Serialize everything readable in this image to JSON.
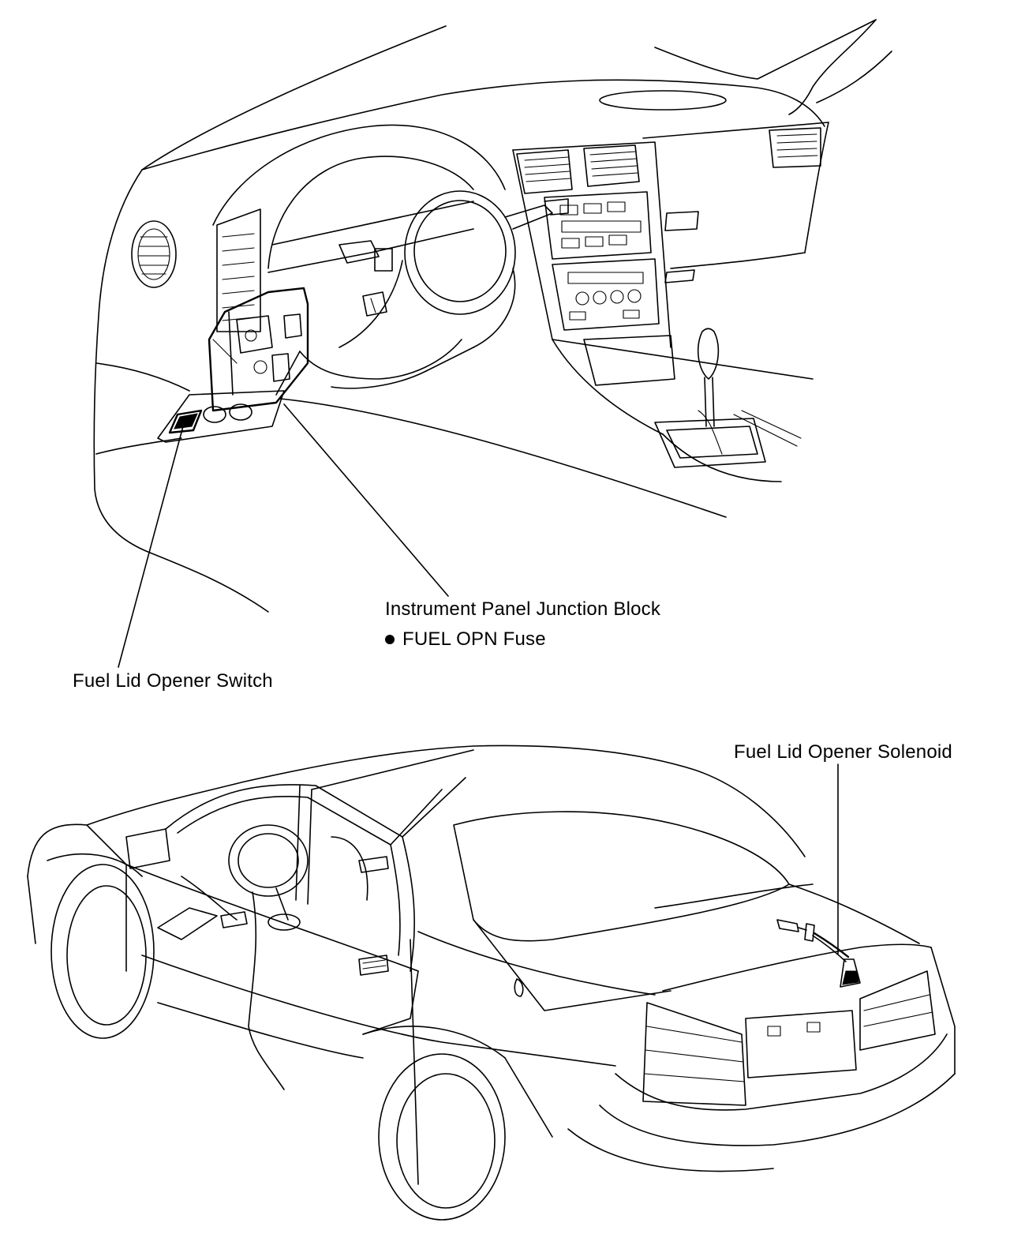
{
  "labels": {
    "junction_block": "Instrument Panel Junction Block",
    "fuse": "FUEL OPN Fuse",
    "opener_switch": "Fuel Lid Opener Switch",
    "opener_solenoid": "Fuel Lid Opener Solenoid"
  },
  "icons": {
    "fuse_bullet": "bullet-dot"
  },
  "colors": {
    "ink": "#000000",
    "paper": "#ffffff"
  }
}
